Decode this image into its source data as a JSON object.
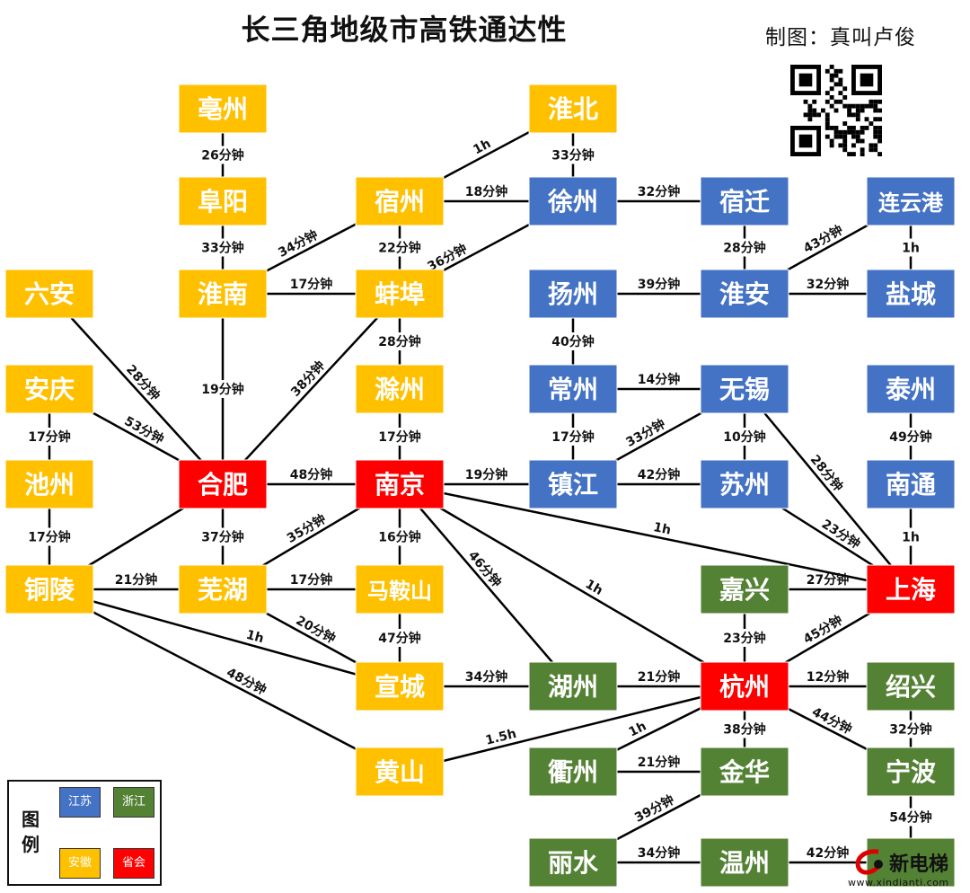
{
  "title": "长三角地级市高铁通达性",
  "credit": "制图：真叫卢俊",
  "colors": {
    "jiangsu": "#4472C4",
    "zhejiang": "#548235",
    "anhui": "#FFC000",
    "capital": "#FF0000",
    "line": "#000000"
  },
  "legend": {
    "title": "图例",
    "items": [
      {
        "label": "江苏",
        "color": "#4472C4"
      },
      {
        "label": "浙江",
        "color": "#548235"
      },
      {
        "label": "安徽",
        "color": "#FFC000"
      },
      {
        "label": "省会",
        "color": "#FF0000"
      }
    ]
  },
  "cities": [
    {
      "id": "bozhou",
      "name": "亳州",
      "group": "anhui"
    },
    {
      "id": "fuyang",
      "name": "阜阳",
      "group": "anhui"
    },
    {
      "id": "huainan",
      "name": "淮南",
      "group": "anhui"
    },
    {
      "id": "luan",
      "name": "六安",
      "group": "anhui"
    },
    {
      "id": "anqing",
      "name": "安庆",
      "group": "anhui"
    },
    {
      "id": "chizhou",
      "name": "池州",
      "group": "anhui"
    },
    {
      "id": "tongling",
      "name": "铜陵",
      "group": "anhui"
    },
    {
      "id": "hefei",
      "name": "合肥",
      "group": "capital"
    },
    {
      "id": "wuhu",
      "name": "芜湖",
      "group": "anhui"
    },
    {
      "id": "suzhou_ah",
      "name": "宿州",
      "group": "anhui"
    },
    {
      "id": "bengbu",
      "name": "蚌埠",
      "group": "anhui"
    },
    {
      "id": "chuzhou",
      "name": "滁州",
      "group": "anhui"
    },
    {
      "id": "nanjing",
      "name": "南京",
      "group": "capital"
    },
    {
      "id": "maanshan",
      "name": "马鞍山",
      "group": "anhui"
    },
    {
      "id": "xuancheng",
      "name": "宣城",
      "group": "anhui"
    },
    {
      "id": "huangshan",
      "name": "黄山",
      "group": "anhui"
    },
    {
      "id": "huaibei",
      "name": "淮北",
      "group": "anhui"
    },
    {
      "id": "xuzhou",
      "name": "徐州",
      "group": "jiangsu"
    },
    {
      "id": "yangzhou",
      "name": "扬州",
      "group": "jiangsu"
    },
    {
      "id": "changzhou",
      "name": "常州",
      "group": "jiangsu"
    },
    {
      "id": "zhenjiang",
      "name": "镇江",
      "group": "jiangsu"
    },
    {
      "id": "huzhou",
      "name": "湖州",
      "group": "zhejiang"
    },
    {
      "id": "quzhou",
      "name": "衢州",
      "group": "zhejiang"
    },
    {
      "id": "lishui",
      "name": "丽水",
      "group": "zhejiang"
    },
    {
      "id": "suqian",
      "name": "宿迁",
      "group": "jiangsu"
    },
    {
      "id": "huaian",
      "name": "淮安",
      "group": "jiangsu"
    },
    {
      "id": "wuxi",
      "name": "无锡",
      "group": "jiangsu"
    },
    {
      "id": "suzhou_js",
      "name": "苏州",
      "group": "jiangsu"
    },
    {
      "id": "jiaxing",
      "name": "嘉兴",
      "group": "zhejiang"
    },
    {
      "id": "hangzhou",
      "name": "杭州",
      "group": "capital"
    },
    {
      "id": "jinhua",
      "name": "金华",
      "group": "zhejiang"
    },
    {
      "id": "wenzhou",
      "name": "温州",
      "group": "zhejiang"
    },
    {
      "id": "lianyungang",
      "name": "连云港",
      "group": "jiangsu"
    },
    {
      "id": "yancheng",
      "name": "盐城",
      "group": "jiangsu"
    },
    {
      "id": "taizhou_js",
      "name": "泰州",
      "group": "jiangsu"
    },
    {
      "id": "nantong",
      "name": "南通",
      "group": "jiangsu"
    },
    {
      "id": "shanghai",
      "name": "上海",
      "group": "capital"
    },
    {
      "id": "shaoxing",
      "name": "绍兴",
      "group": "zhejiang"
    },
    {
      "id": "ningbo",
      "name": "宁波",
      "group": "zhejiang"
    },
    {
      "id": "taizhou_zj",
      "name": "",
      "group": "zhejiang"
    }
  ],
  "links": [
    {
      "from": "bozhou",
      "to": "fuyang",
      "time": "26分钟"
    },
    {
      "from": "fuyang",
      "to": "huainan",
      "time": "33分钟"
    },
    {
      "from": "huainan",
      "to": "suzhou_ah",
      "time": "34分钟"
    },
    {
      "from": "huainan",
      "to": "bengbu",
      "time": "17分钟"
    },
    {
      "from": "huainan",
      "to": "hefei",
      "time": "19分钟"
    },
    {
      "from": "luan",
      "to": "hefei",
      "time": "28分钟"
    },
    {
      "from": "anqing",
      "to": "hefei",
      "time": "53分钟"
    },
    {
      "from": "anqing",
      "to": "chizhou",
      "time": "17分钟"
    },
    {
      "from": "chizhou",
      "to": "tongling",
      "time": "17分钟"
    },
    {
      "from": "tongling",
      "to": "hefei",
      "time": ""
    },
    {
      "from": "tongling",
      "to": "wuhu",
      "time": "21分钟"
    },
    {
      "from": "tongling",
      "to": "xuancheng",
      "time": "1h"
    },
    {
      "from": "tongling",
      "to": "huangshan",
      "time": "48分钟"
    },
    {
      "from": "hefei",
      "to": "bengbu",
      "time": "38分钟"
    },
    {
      "from": "hefei",
      "to": "nanjing",
      "time": "48分钟"
    },
    {
      "from": "hefei",
      "to": "wuhu",
      "time": "37分钟"
    },
    {
      "from": "suzhou_ah",
      "to": "huaibei",
      "time": "1h"
    },
    {
      "from": "suzhou_ah",
      "to": "xuzhou",
      "time": "18分钟"
    },
    {
      "from": "suzhou_ah",
      "to": "bengbu",
      "time": "22分钟"
    },
    {
      "from": "bengbu",
      "to": "xuzhou",
      "time": "36分钟"
    },
    {
      "from": "bengbu",
      "to": "chuzhou",
      "time": "28分钟"
    },
    {
      "from": "chuzhou",
      "to": "nanjing",
      "time": "17分钟"
    },
    {
      "from": "nanjing",
      "to": "wuhu",
      "time": "35分钟"
    },
    {
      "from": "nanjing",
      "to": "maanshan",
      "time": "16分钟"
    },
    {
      "from": "nanjing",
      "to": "zhenjiang",
      "time": "19分钟"
    },
    {
      "from": "nanjing",
      "to": "huzhou",
      "time": "46分钟"
    },
    {
      "from": "nanjing",
      "to": "hangzhou",
      "time": "1h"
    },
    {
      "from": "nanjing",
      "to": "shanghai",
      "time": "1h"
    },
    {
      "from": "wuhu",
      "to": "maanshan",
      "time": "17分钟"
    },
    {
      "from": "wuhu",
      "to": "xuancheng",
      "time": "20分钟"
    },
    {
      "from": "maanshan",
      "to": "xuancheng",
      "time": "47分钟"
    },
    {
      "from": "xuancheng",
      "to": "huzhou",
      "time": "34分钟"
    },
    {
      "from": "huangshan",
      "to": "hangzhou",
      "time": "1.5h"
    },
    {
      "from": "huaibei",
      "to": "xuzhou",
      "time": "33分钟"
    },
    {
      "from": "xuzhou",
      "to": "suqian",
      "time": "32分钟"
    },
    {
      "from": "suqian",
      "to": "huaian",
      "time": "28分钟"
    },
    {
      "from": "lianyungang",
      "to": "huaian",
      "time": "43分钟"
    },
    {
      "from": "lianyungang",
      "to": "yancheng",
      "time": "1h"
    },
    {
      "from": "huaian",
      "to": "yancheng",
      "time": "32分钟"
    },
    {
      "from": "yangzhou",
      "to": "huaian",
      "time": "39分钟"
    },
    {
      "from": "yangzhou",
      "to": "changzhou",
      "time": "40分钟"
    },
    {
      "from": "changzhou",
      "to": "wuxi",
      "time": "14分钟"
    },
    {
      "from": "changzhou",
      "to": "zhenjiang",
      "time": "17分钟"
    },
    {
      "from": "zhenjiang",
      "to": "wuxi",
      "time": "33分钟"
    },
    {
      "from": "zhenjiang",
      "to": "suzhou_js",
      "time": "42分钟"
    },
    {
      "from": "wuxi",
      "to": "suzhou_js",
      "time": "10分钟"
    },
    {
      "from": "wuxi",
      "to": "shanghai",
      "time": "28分钟"
    },
    {
      "from": "suzhou_js",
      "to": "shanghai",
      "time": "23分钟"
    },
    {
      "from": "taizhou_js",
      "to": "nantong",
      "time": "49分钟"
    },
    {
      "from": "nantong",
      "to": "shanghai",
      "time": "1h"
    },
    {
      "from": "jiaxing",
      "to": "shanghai",
      "time": "27分钟"
    },
    {
      "from": "jiaxing",
      "to": "hangzhou",
      "time": "23分钟"
    },
    {
      "from": "hangzhou",
      "to": "shanghai",
      "time": "45分钟"
    },
    {
      "from": "huzhou",
      "to": "hangzhou",
      "time": "21分钟"
    },
    {
      "from": "quzhou",
      "to": "hangzhou",
      "time": "1h"
    },
    {
      "from": "hangzhou",
      "to": "jinhua",
      "time": "38分钟"
    },
    {
      "from": "hangzhou",
      "to": "shaoxing",
      "time": "12分钟"
    },
    {
      "from": "hangzhou",
      "to": "ningbo",
      "time": "44分钟"
    },
    {
      "from": "quzhou",
      "to": "jinhua",
      "time": "21分钟"
    },
    {
      "from": "jinhua",
      "to": "lishui",
      "time": "39分钟"
    },
    {
      "from": "lishui",
      "to": "wenzhou",
      "time": "34分钟"
    },
    {
      "from": "wenzhou",
      "to": "taizhou_zj",
      "time": "42分钟"
    },
    {
      "from": "shaoxing",
      "to": "ningbo",
      "time": "32分钟"
    },
    {
      "from": "ningbo",
      "to": "taizhou_zj",
      "time": "54分钟"
    }
  ],
  "watermark": {
    "name": "新电梯",
    "url": "www.xindianti.com"
  }
}
